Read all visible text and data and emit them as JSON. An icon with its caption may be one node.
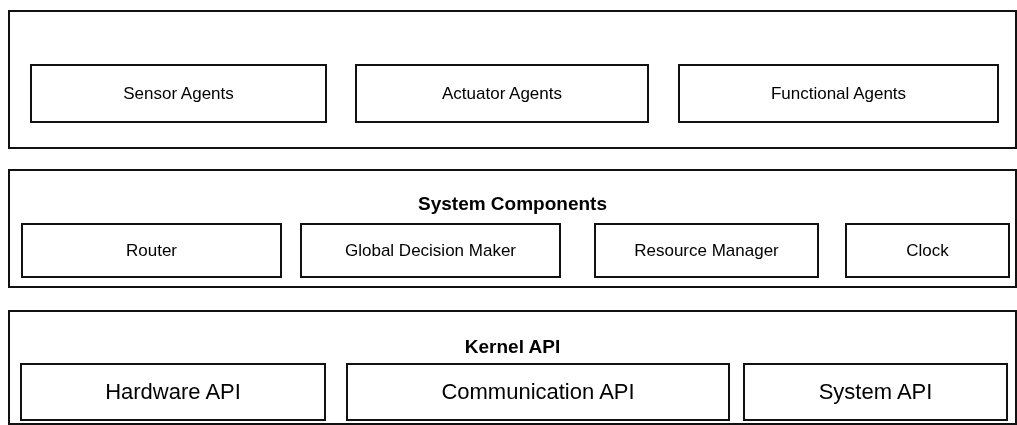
{
  "diagram": {
    "nodes": [
      {
        "text": [],
        "shape": "box"
      },
      {
        "text": [
          "Sensor Agents"
        ],
        "in": 0
      },
      {
        "text": [
          "Actuator Agents"
        ],
        "in": 0
      },
      {
        "text": [
          "Functional Agents"
        ],
        "in": 0
      },
      {
        "text": [
          "System Components"
        ]
      },
      {
        "text": [
          "Router"
        ],
        "in": 4
      },
      {
        "text": [
          "Global Decision Maker"
        ],
        "in": 4
      },
      {
        "text": [
          "Resource Manager"
        ],
        "in": 4
      },
      {
        "text": [
          "Clock"
        ],
        "in": 4
      },
      {
        "text": [
          "Kernel API"
        ]
      },
      {
        "text": [
          "Hardware API"
        ],
        "in": 9
      },
      {
        "text": [
          "Communication API"
        ],
        "in": 9
      },
      {
        "text": [
          "System API"
        ],
        "in": 9
      }
    ]
  }
}
